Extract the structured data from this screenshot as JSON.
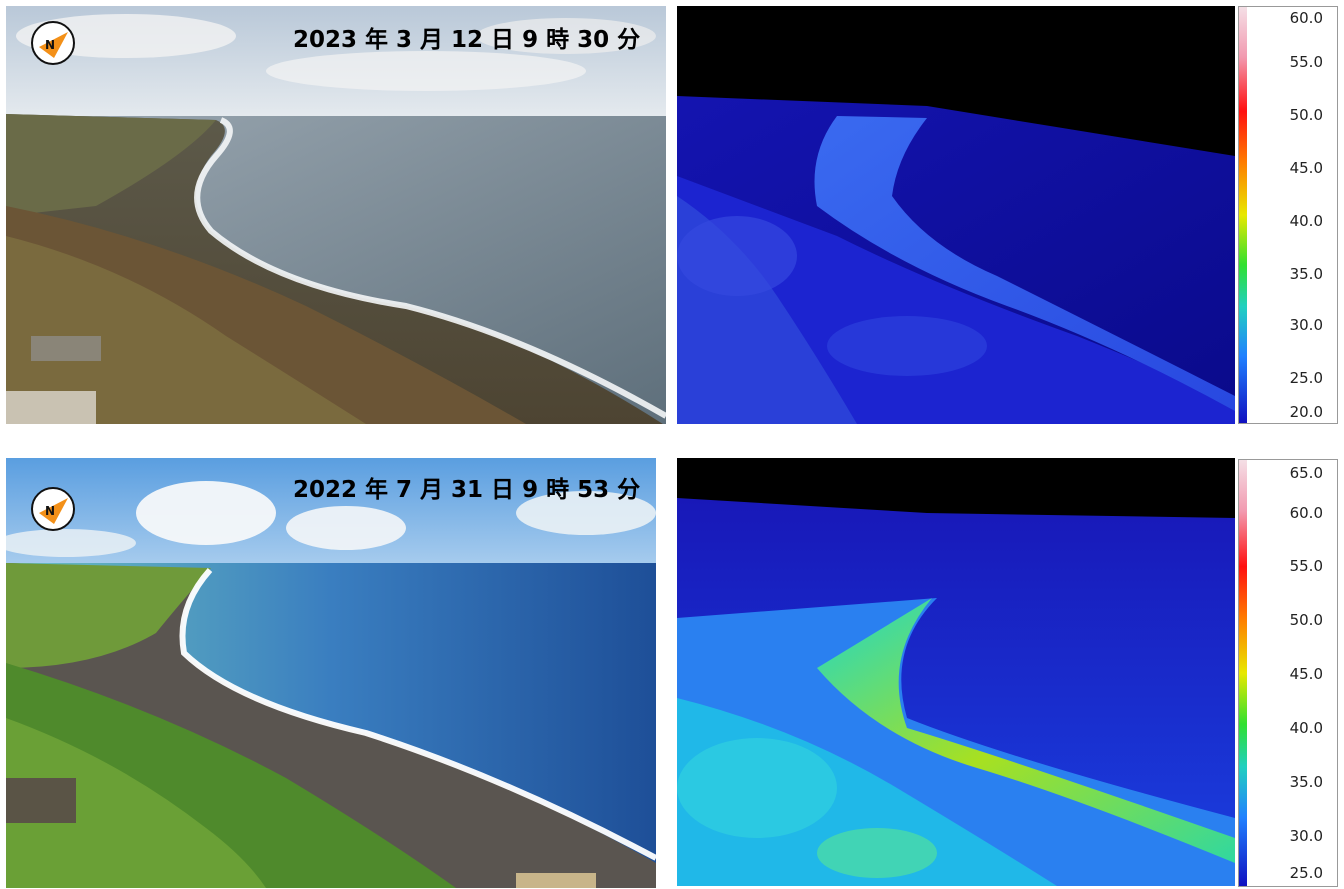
{
  "panels": [
    {
      "timestamp": "2023 年 3 月 12 日 9 時 30 分",
      "compass_icon": "compass-north-arrow-icon",
      "colorbar_ticks": [
        "60.0",
        "55.0",
        "50.0",
        "45.0",
        "40.0",
        "35.0",
        "30.0",
        "25.0",
        "20.0"
      ]
    },
    {
      "timestamp": "2022 年 7 月 31 日 9 時 53 分",
      "compass_icon": "compass-north-arrow-icon",
      "colorbar_ticks": [
        "65.0",
        "60.0",
        "55.0",
        "50.0",
        "45.0",
        "40.0",
        "35.0",
        "30.0",
        "25.0"
      ]
    }
  ],
  "colors": {
    "compass_orange": "#f39018",
    "thermal_cold": "#1010c0",
    "thermal_hot": "#ff2020"
  }
}
